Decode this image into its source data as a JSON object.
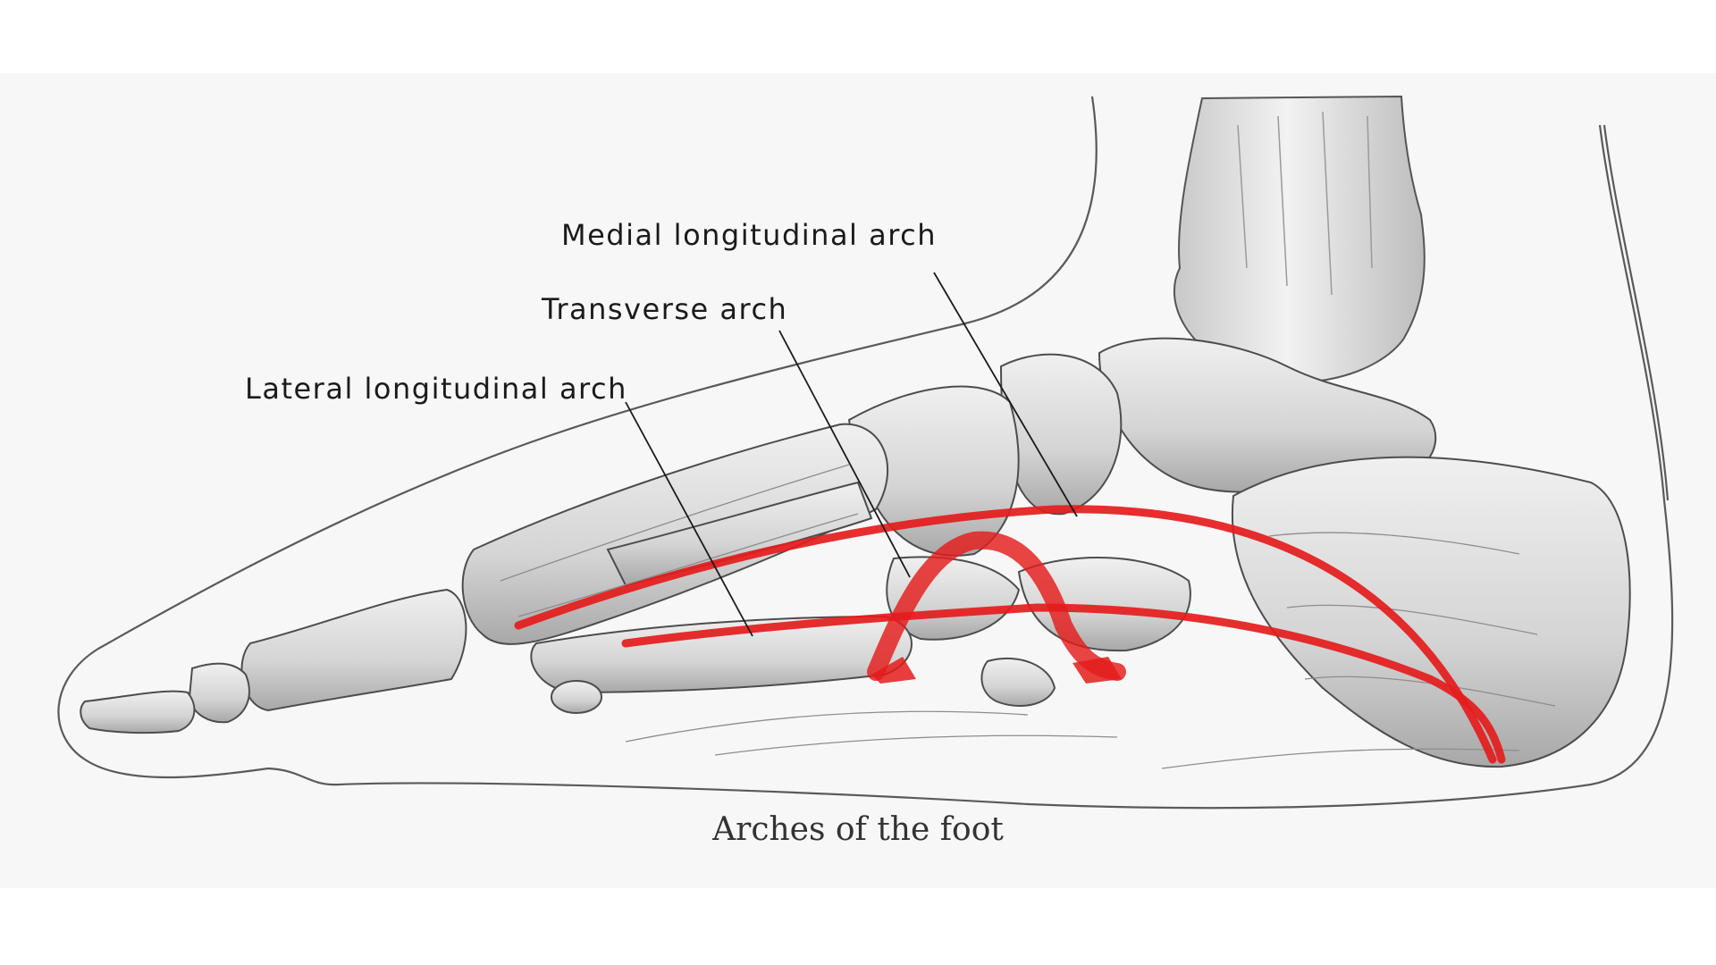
{
  "labels": {
    "medial": "Medial longitudinal arch",
    "transverse": "Transverse arch",
    "lateral": "Lateral longitudinal arch"
  },
  "caption": "Arches of the foot",
  "colors": {
    "arch_highlight": "#e41c1c",
    "bone": "#dcdcdc",
    "outline": "#555555",
    "background": "#f7f7f7"
  }
}
